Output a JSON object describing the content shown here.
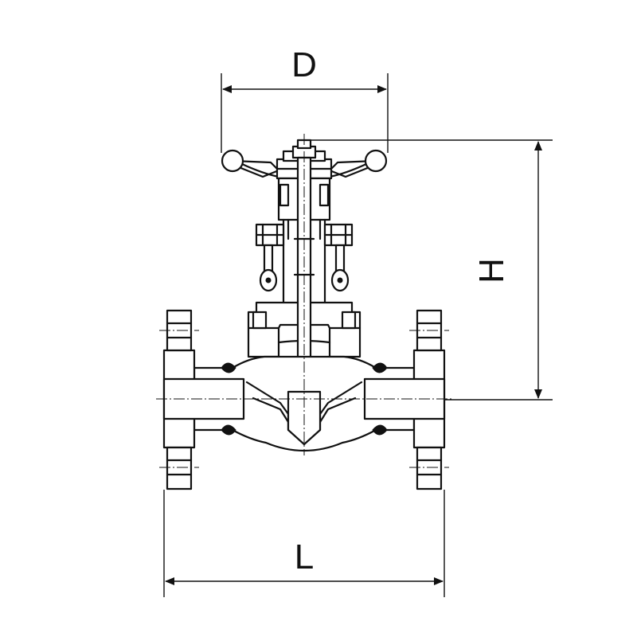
{
  "diagram": {
    "dimensions": {
      "D": "D",
      "H": "H",
      "L": "L"
    }
  }
}
